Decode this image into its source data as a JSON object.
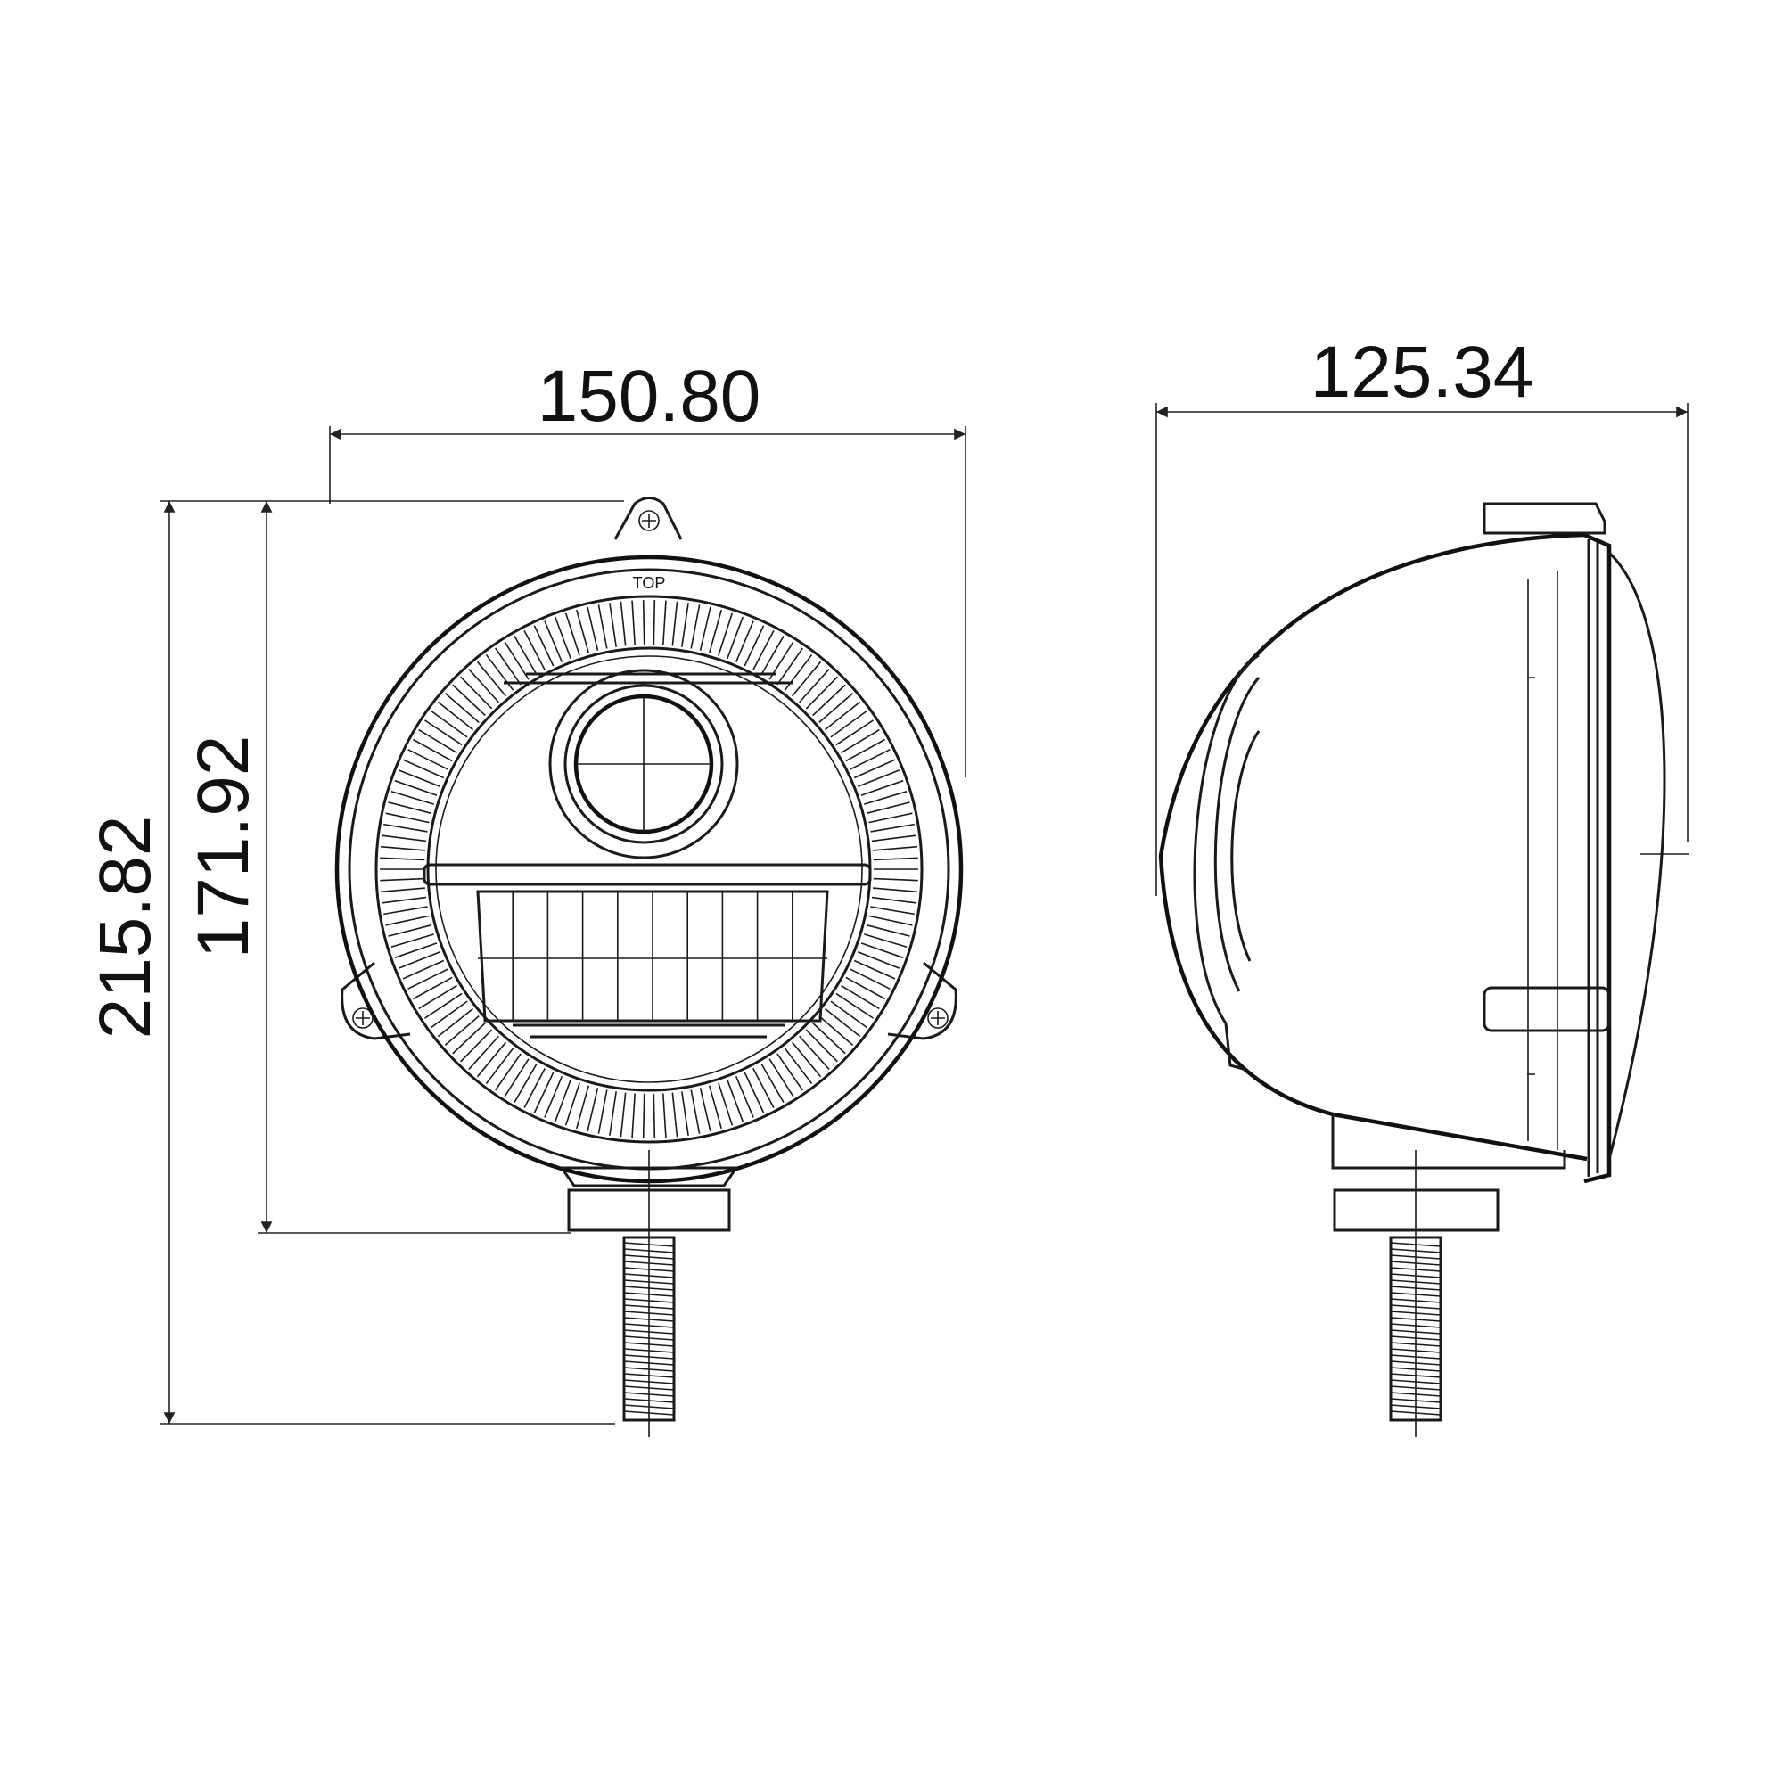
{
  "dimensions": {
    "width": "150.80",
    "depth": "125.34",
    "overall_height": "215.82",
    "housing_height": "171.92"
  },
  "labels": {
    "orientation_mark": "TOP"
  },
  "views": {
    "front": "front",
    "side": "side"
  },
  "colors": {
    "line": "#1a1a1a",
    "background": "#ffffff"
  }
}
